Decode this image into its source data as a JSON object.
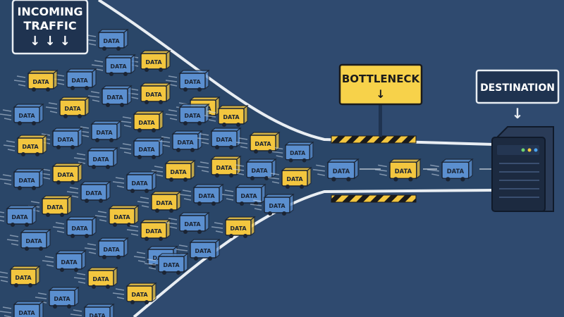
{
  "signs": {
    "incoming": {
      "line1": "INCOMING",
      "line2": "TRAFFIC",
      "arrows": "↓ ↓ ↓"
    },
    "bottleneck": {
      "label": "BOTTLENECK",
      "arrow": "↓"
    },
    "destination": {
      "label": "DESTINATION",
      "arrow": "↓"
    }
  },
  "truck_label": "DATA",
  "colors": {
    "background": "#2f4a6f",
    "road": "#294466",
    "road_edge": "#e9eef3",
    "truck_blue": "#5b8fcf",
    "truck_yellow": "#f3c63f",
    "sign_dark": "#1f3350",
    "sign_yellow": "#f7d24a",
    "hazard_black": "#1b1b1b",
    "hazard_yellow": "#f3c63f",
    "server": "#1c2a40"
  },
  "icons": {
    "arrow": "down-arrow-icon",
    "server": "server-icon",
    "truck": "truck-icon"
  }
}
